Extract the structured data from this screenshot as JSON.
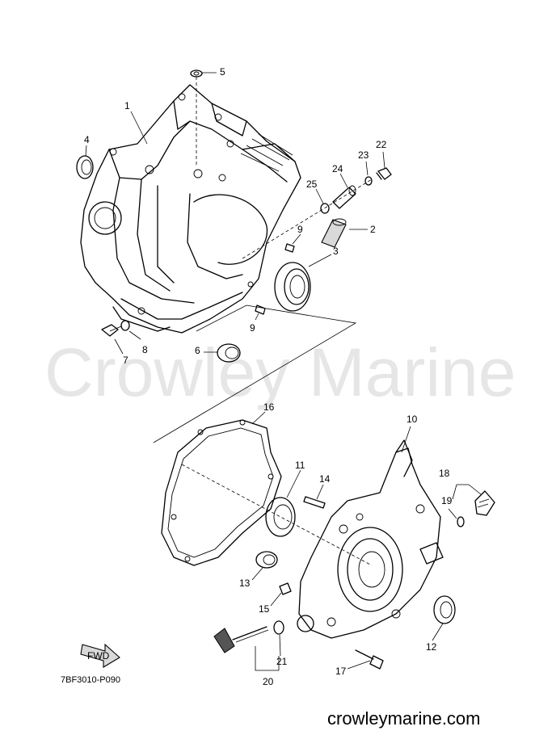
{
  "watermark": "Crowley Marine",
  "footer_url": "crowleymarine.com",
  "diagram_code": "7BF3010-P090",
  "fwd_label": "FWD",
  "callouts": {
    "c1": "1",
    "c2": "2",
    "c3": "3",
    "c4": "4",
    "c5": "5",
    "c6": "6",
    "c7": "7",
    "c8": "8",
    "c9a": "9",
    "c9b": "9",
    "c10": "10",
    "c11": "11",
    "c12": "12",
    "c13": "13",
    "c14": "14",
    "c15": "15",
    "c16": "16",
    "c17": "17",
    "c18": "18",
    "c19": "19",
    "c20": "20",
    "c21": "21",
    "c22": "22",
    "c23": "23",
    "c24": "24",
    "c25": "25"
  }
}
